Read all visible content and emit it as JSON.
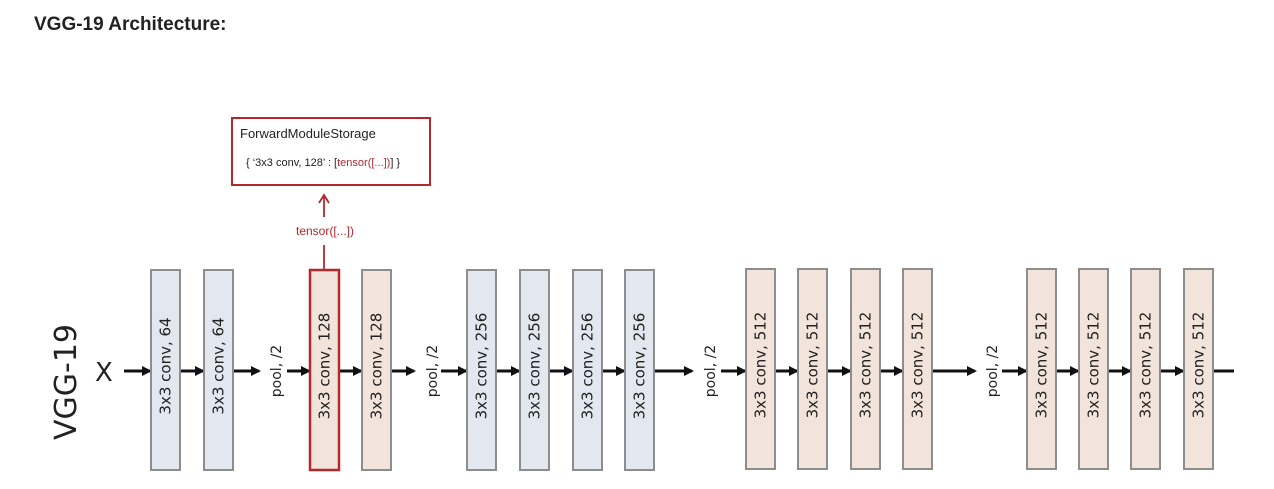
{
  "heading": "VGG-19 Architecture:",
  "network_label": "VGG-19",
  "input_label": "X",
  "storage": {
    "title": "ForwardModuleStorage",
    "entry_prefix": "{ ‘3x3 conv, 128’ : [",
    "entry_tensor": "tensor([...])",
    "entry_suffix": "] }",
    "flow_label": "tensor([...])"
  },
  "pool_label": "pool, /2",
  "layers": [
    {
      "label": "3x3 conv, 64",
      "color": "#e3e7ef"
    },
    {
      "label": "3x3 conv, 64",
      "color": "#e3e7ef"
    },
    {
      "label": "3x3 conv, 128",
      "color": "#f2e4da",
      "highlighted": true
    },
    {
      "label": "3x3 conv, 128",
      "color": "#f2e4da"
    },
    {
      "label": "3x3 conv, 256",
      "color": "#e3e7ef"
    },
    {
      "label": "3x3 conv, 256",
      "color": "#e3e7ef"
    },
    {
      "label": "3x3 conv, 256",
      "color": "#e3e7ef"
    },
    {
      "label": "3x3 conv, 256",
      "color": "#e3e7ef"
    },
    {
      "label": "3x3 conv, 512",
      "color": "#f2e4da"
    },
    {
      "label": "3x3 conv, 512",
      "color": "#f2e4da"
    },
    {
      "label": "3x3 conv, 512",
      "color": "#f2e4da"
    },
    {
      "label": "3x3 conv, 512",
      "color": "#f2e4da"
    },
    {
      "label": "3x3 conv, 512",
      "color": "#f2e4da"
    },
    {
      "label": "3x3 conv, 512",
      "color": "#f2e4da"
    },
    {
      "label": "3x3 conv, 512",
      "color": "#f2e4da"
    },
    {
      "label": "3x3 conv, 512",
      "color": "#f2e4da"
    }
  ],
  "colors": {
    "highlight": "#b3282d",
    "arrow": "#111111",
    "box_border": "#8d8d8d"
  }
}
